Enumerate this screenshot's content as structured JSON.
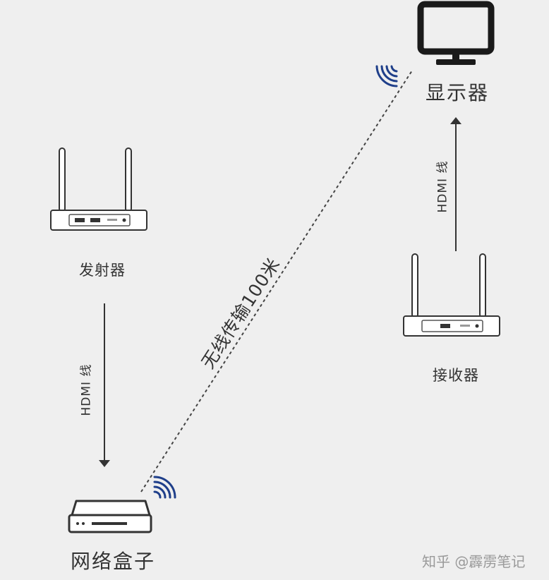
{
  "nodes": {
    "display": {
      "label": "显示器"
    },
    "transmitter": {
      "label": "发射器"
    },
    "receiver": {
      "label": "接收器"
    },
    "network_box": {
      "label": "网络盒子"
    }
  },
  "edges": {
    "left_cable": {
      "label": "HDMI 线"
    },
    "right_cable": {
      "label": "HDMI 线"
    },
    "wireless": {
      "label": "无线传输100米"
    }
  },
  "watermark": {
    "text": "知乎 @霹雳笔记"
  },
  "colors": {
    "line": "#333333",
    "wifi": "#1f3f8a",
    "device_fill": "#ffffff",
    "background": "#efefef"
  }
}
